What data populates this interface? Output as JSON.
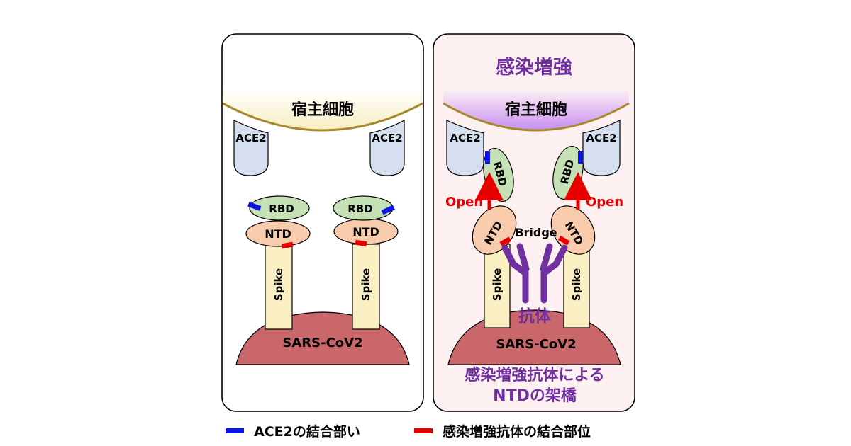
{
  "left_panel": {
    "host_cell": "宿主細胞",
    "ace2_left": "ACE2",
    "ace2_right": "ACE2",
    "rbd_left": "RBD",
    "rbd_right": "RBD",
    "ntd_left": "NTD",
    "ntd_right": "NTD",
    "spike_left": "Spike",
    "spike_right": "Spike",
    "virus": "SARS-CoV2"
  },
  "right_panel": {
    "title": "感染増強",
    "host_cell": "宿主細胞",
    "ace2_left": "ACE2",
    "ace2_right": "ACE2",
    "rbd_left": "RBD",
    "rbd_right": "RBD",
    "ntd_left": "NTD",
    "ntd_right": "NTD",
    "open_left": "Open",
    "open_right": "Open",
    "bridge": "Bridge",
    "antibody": "抗体",
    "spike_left": "Spike",
    "spike_right": "Spike",
    "virus": "SARS-CoV2",
    "caption_line1": "感染増強抗体による",
    "caption_line2": "NTDの架橋"
  },
  "legend": {
    "ace2_site": "ACE2の結合部い",
    "antibody_site": "感染増強抗体の結合部位"
  },
  "colors": {
    "ace2_site": "#0a14e6",
    "antibody_site": "#e60000",
    "antibody": "#7030a0",
    "virus": "#c9676b",
    "rbd": "#c5e0b4",
    "ntd": "#f8cbad",
    "spike": "#fbf0c4",
    "ace2": "#d6dff0"
  }
}
